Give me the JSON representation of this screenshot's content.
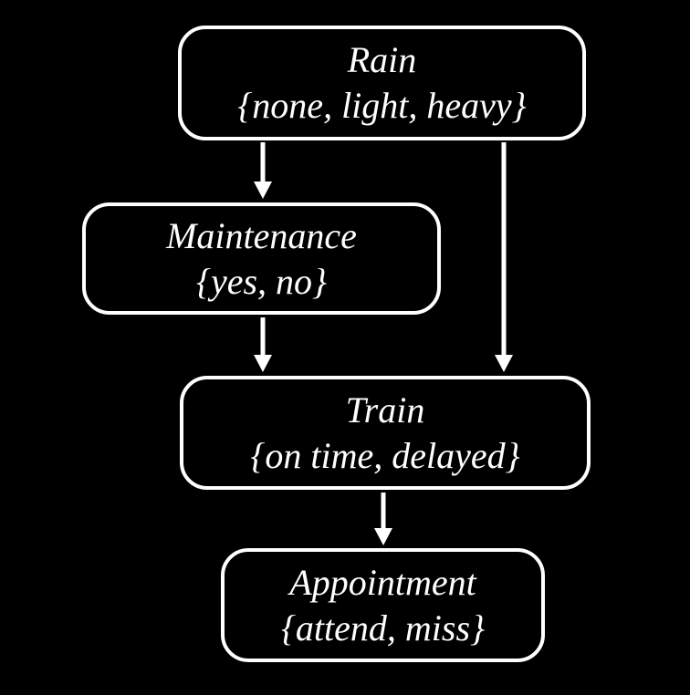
{
  "diagram": {
    "type": "bayesian-network",
    "background_color": "#000000",
    "stroke_color": "#ffffff",
    "text_color": "#ffffff"
  },
  "nodes": [
    {
      "id": "rain",
      "label": "Rain",
      "domain": "{none, light, heavy}"
    },
    {
      "id": "maintenance",
      "label": "Maintenance",
      "domain": "{yes, no}"
    },
    {
      "id": "train",
      "label": "Train",
      "domain": "{on time, delayed}"
    },
    {
      "id": "appointment",
      "label": "Appointment",
      "domain": "{attend, miss}"
    }
  ],
  "edges": [
    {
      "from": "rain",
      "to": "maintenance"
    },
    {
      "from": "rain",
      "to": "train"
    },
    {
      "from": "maintenance",
      "to": "train"
    },
    {
      "from": "train",
      "to": "appointment"
    }
  ]
}
